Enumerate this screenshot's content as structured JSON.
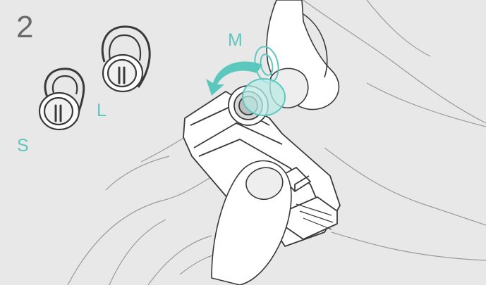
{
  "step": {
    "number": "2"
  },
  "sizes": {
    "small": "S",
    "large": "L",
    "medium": "M"
  },
  "colors": {
    "background": "#e8e8e9",
    "accent": "#5cc8bd",
    "accent_fill": "#b9ebe6",
    "line": "#3a3a3a",
    "step_number": "#6a6a6a"
  }
}
